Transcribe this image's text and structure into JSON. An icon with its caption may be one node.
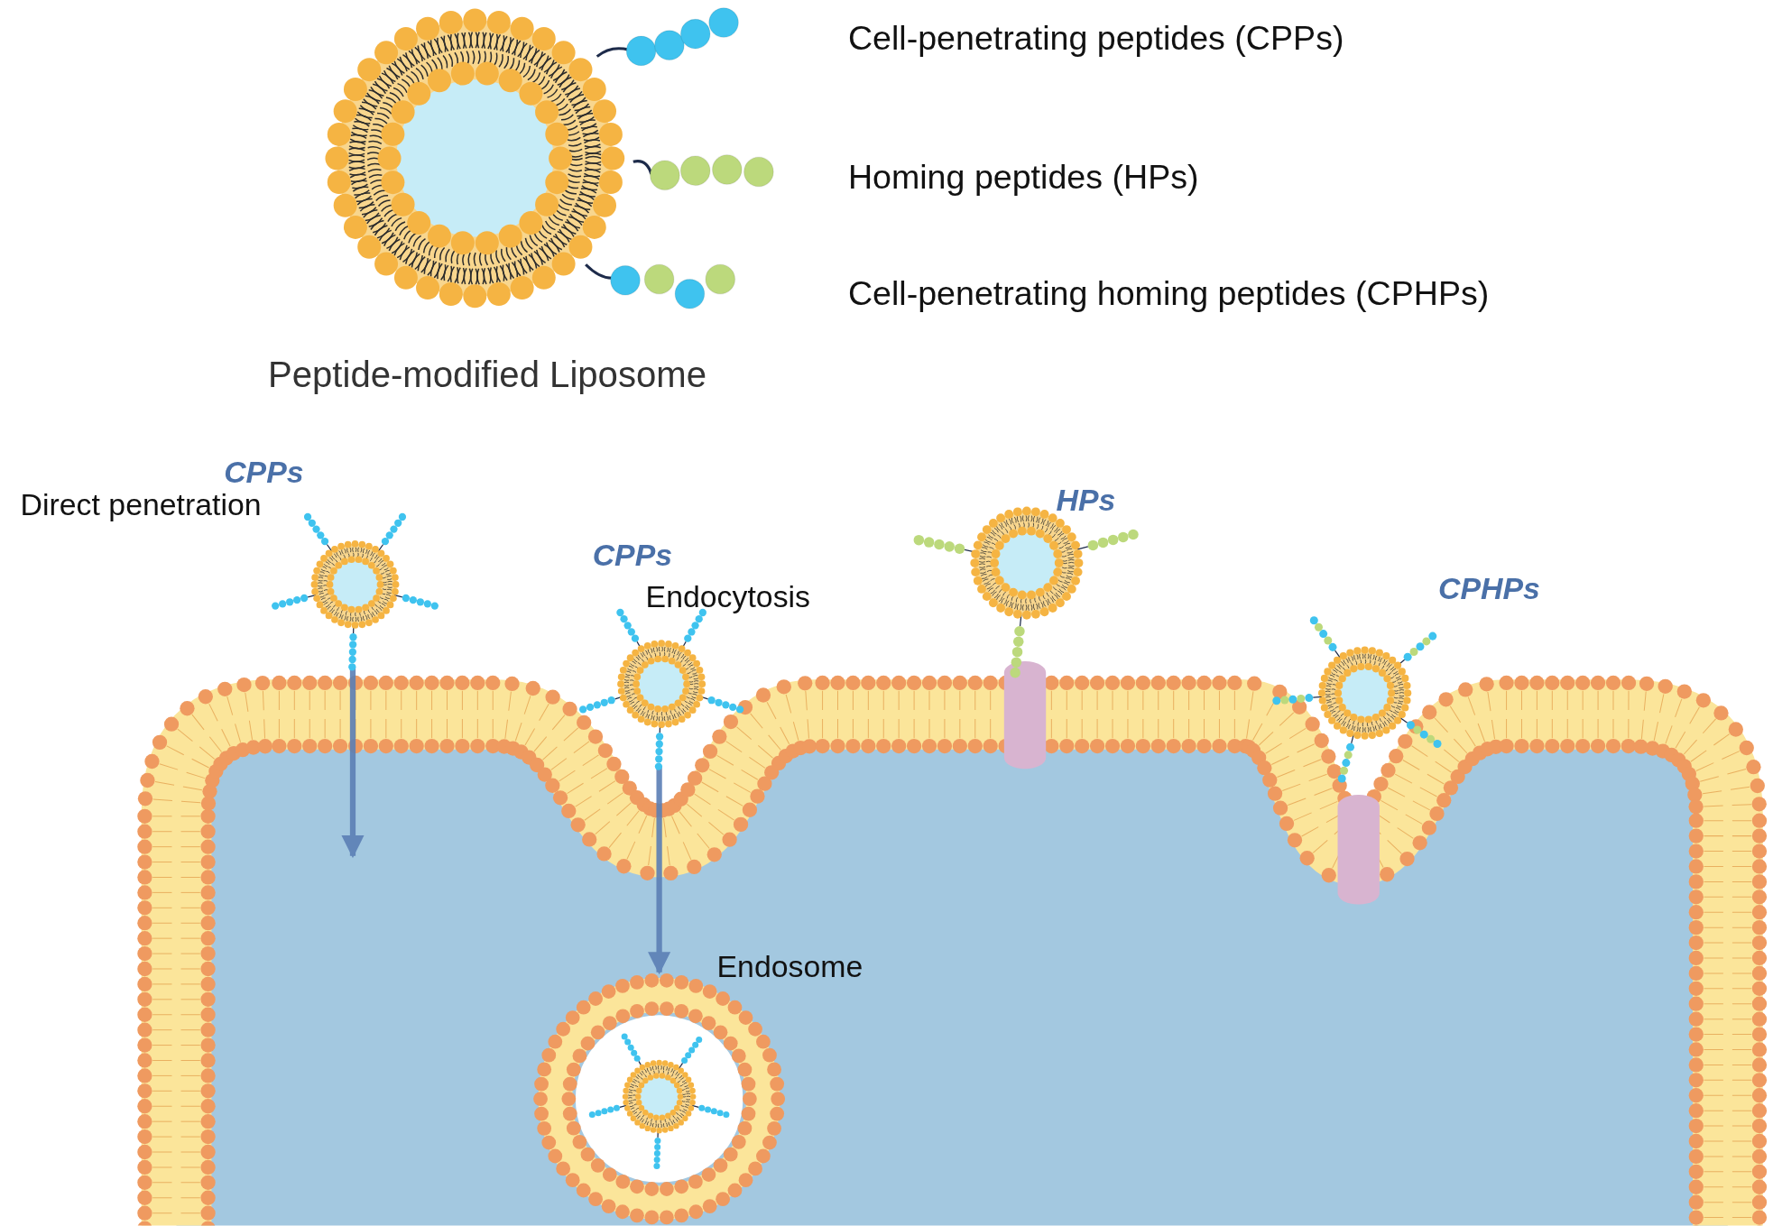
{
  "diagram": {
    "nodes": [
      {
        "text": [],
        "shape": "picture",
        "beside": [
          "Peptide-modified Liposome"
        ]
      },
      {
        "text": [],
        "shape": "picture",
        "beside": [
          "CPPs",
          "Direct penetration"
        ]
      },
      {
        "text": [],
        "shape": "picture",
        "beside": [
          "CPPs",
          "Endocytosis"
        ]
      },
      {
        "text": [],
        "shape": "picture",
        "beside": [
          "Endosome"
        ]
      },
      {
        "text": [],
        "shape": "picture",
        "beside": [
          "HPs"
        ]
      },
      {
        "text": [],
        "shape": "picture",
        "beside": [
          "CPHPs"
        ]
      }
    ],
    "edges": [
      {
        "from": 1,
        "to": null,
        "arrow": "to"
      },
      {
        "from": 2,
        "to": 3,
        "arrow": "to"
      }
    ],
    "legend": [
      {
        "text": "Cell-penetrating peptides (CPPs)"
      },
      {
        "text": "Homing peptides (HPs)"
      },
      {
        "text": "Cell-penetrating homing peptides (CPHPs)"
      }
    ]
  }
}
